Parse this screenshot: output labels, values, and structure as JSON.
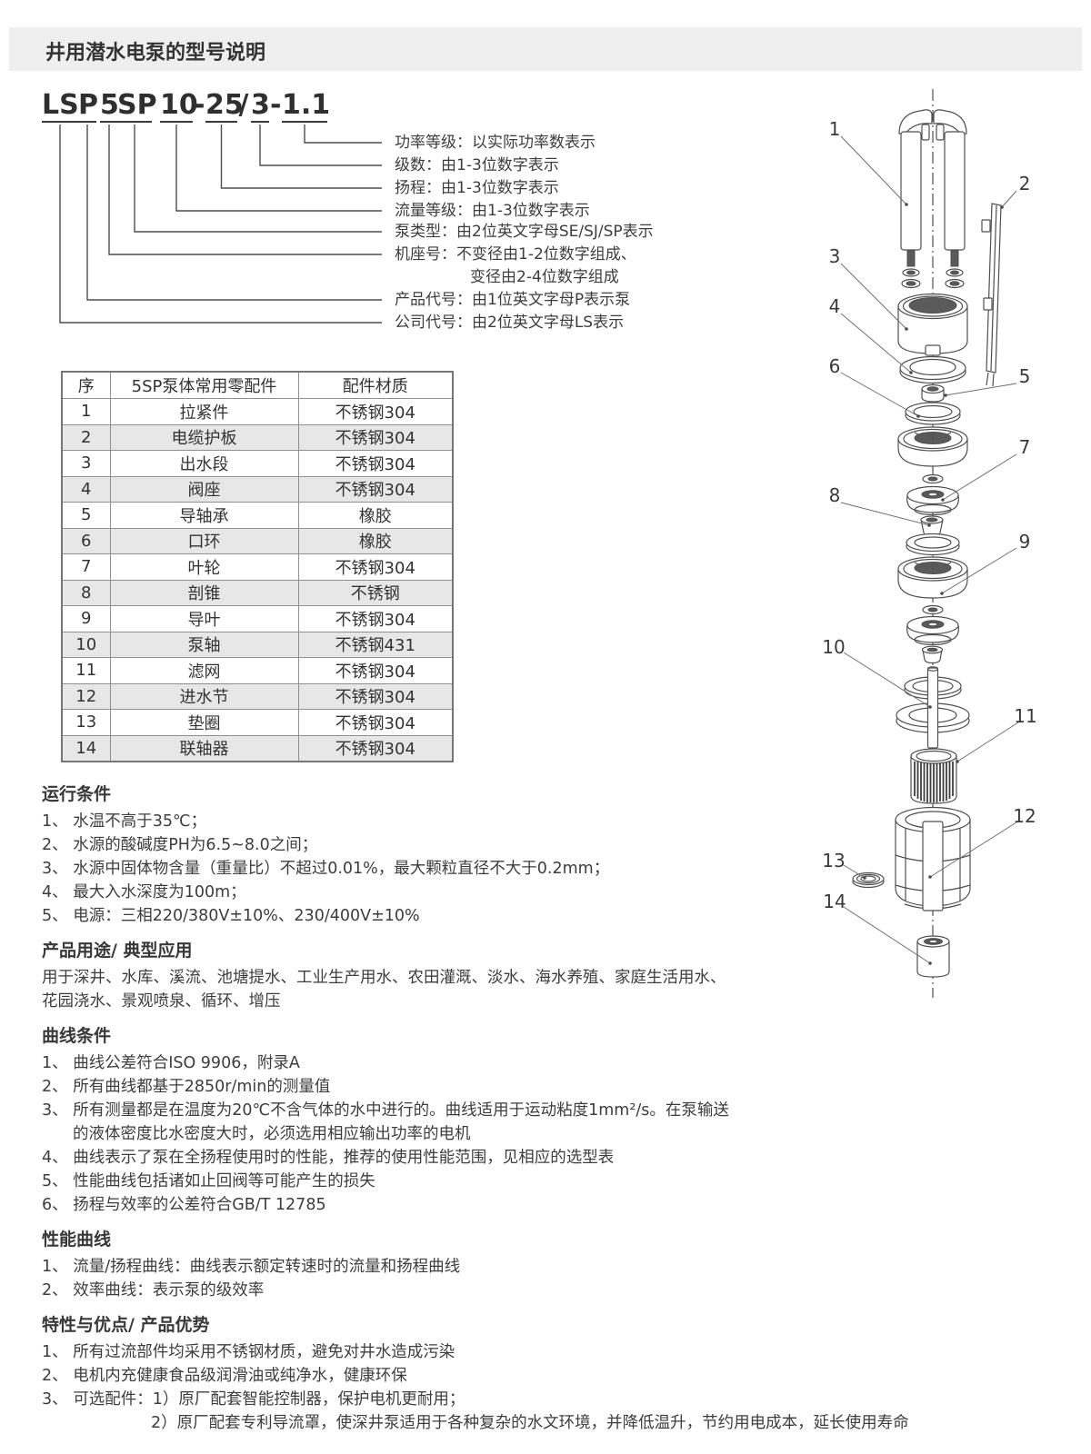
{
  "page": {
    "title": "井用潜水电泵的型号说明"
  },
  "model": {
    "segments": [
      {
        "text": "LS",
        "underlined": true
      },
      {
        "text": "P",
        "underlined": true
      },
      {
        "text": "5",
        "underlined": true
      },
      {
        "text": "SP",
        "underlined": true
      },
      {
        "text": "10",
        "underlined": true
      },
      {
        "text": "-",
        "underlined": false
      },
      {
        "text": "25",
        "underlined": true
      },
      {
        "text": "/",
        "underlined": false
      },
      {
        "text": "3",
        "underlined": true
      },
      {
        "text": "-",
        "underlined": false
      },
      {
        "text": "1.1",
        "underlined": true
      }
    ],
    "labels": [
      "功率等级：以实际功率数表示",
      "级数：由1-3位数字表示",
      "扬程：由1-3位数字表示",
      "流量等级：由1-3位数字表示",
      "泵类型：由2位英文字母SE/SJ/SP表示",
      "机座号：不变径由1-2位数字组成、",
      "变径由2-4位数字组成",
      "产品代号：由1位英文字母P表示泵",
      "公司代号：由2位英文字母LS表示"
    ]
  },
  "parts_table": {
    "headers": [
      "序",
      "5SP泵体常用零配件",
      "配件材质"
    ],
    "rows": [
      [
        "1",
        "拉紧件",
        "不锈钢304"
      ],
      [
        "2",
        "电缆护板",
        "不锈钢304"
      ],
      [
        "3",
        "出水段",
        "不锈钢304"
      ],
      [
        "4",
        "阀座",
        "不锈钢304"
      ],
      [
        "5",
        "导轴承",
        "橡胶"
      ],
      [
        "6",
        "口环",
        "橡胶"
      ],
      [
        "7",
        "叶轮",
        "不锈钢304"
      ],
      [
        "8",
        "剖锥",
        "不锈钢"
      ],
      [
        "9",
        "导叶",
        "不锈钢304"
      ],
      [
        "10",
        "泵轴",
        "不锈钢431"
      ],
      [
        "11",
        "滤网",
        "不锈钢304"
      ],
      [
        "12",
        "进水节",
        "不锈钢304"
      ],
      [
        "13",
        "垫圈",
        "不锈钢304"
      ],
      [
        "14",
        "联轴器",
        "不锈钢304"
      ]
    ]
  },
  "diagram": {
    "numbers": [
      "1",
      "2",
      "3",
      "4",
      "5",
      "6",
      "7",
      "8",
      "9",
      "10",
      "11",
      "12",
      "13",
      "14"
    ]
  },
  "sections": [
    {
      "title": "运行条件",
      "lines": [
        {
          "text": "1、 水温不高于35℃；"
        },
        {
          "text": "2、 水源的酸碱度PH为6.5~8.0之间；"
        },
        {
          "text": "3、 水源中固体物含量（重量比）不超过0.01%，最大颗粒直径不大于0.2mm；"
        },
        {
          "text": "4、 最大入水深度为100m；"
        },
        {
          "text": "5、 电源：三相220/380V±10%、230/400V±10%"
        }
      ]
    },
    {
      "title": "产品用途/ 典型应用",
      "lines": [
        {
          "text": "用于深井、水库、溪流、池塘提水、工业生产用水、农田灌溉、淡水、海水养殖、家庭生活用水、"
        },
        {
          "text": "花园浇水、景观喷泉、循环、增压"
        }
      ]
    },
    {
      "title": "曲线条件",
      "lines": [
        {
          "text": "1、 曲线公差符合ISO 9906，附录A"
        },
        {
          "text": "2、 所有曲线都基于2850r/min的测量值"
        },
        {
          "text": "3、 所有测量都是在温度为20℃不含气体的水中进行的。曲线适用于运动粘度1mm²/s。在泵输送"
        },
        {
          "text": "的液体密度比水密度大时，必须选用相应输出功率的电机",
          "indent": 1
        },
        {
          "text": "4、 曲线表示了泵在全扬程使用时的性能，推荐的使用性能范围，见相应的选型表"
        },
        {
          "text": "5、 性能曲线包括诸如止回阀等可能产生的损失"
        },
        {
          "text": "6、 扬程与效率的公差符合GB/T 12785"
        }
      ]
    },
    {
      "title": "性能曲线",
      "lines": [
        {
          "text": "1、 流量/扬程曲线：曲线表示额定转速时的流量和扬程曲线"
        },
        {
          "text": "2、 效率曲线：表示泵的级效率"
        }
      ]
    },
    {
      "title": "特性与优点/ 产品优势",
      "lines": [
        {
          "text": "1、 所有过流部件均采用不锈钢材质，避免对井水造成污染"
        },
        {
          "text": "2、 电机内充健康食品级润滑油或纯净水，健康环保"
        },
        {
          "text": "3、 可选配件：1）原厂配套智能控制器，保护电机更耐用；"
        },
        {
          "text": "2）原厂配套专利导流罩，使深井泵适用于各种复杂的水文环境，并降低温升，节约用电成本，延长使用寿命",
          "indent": 2
        }
      ]
    }
  ]
}
